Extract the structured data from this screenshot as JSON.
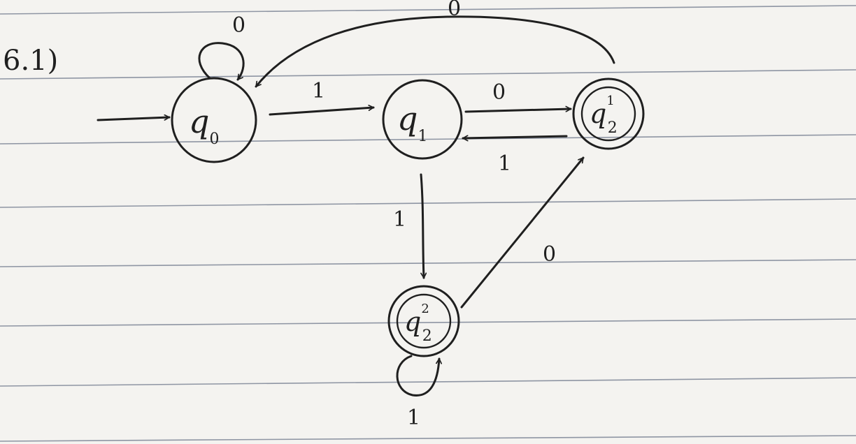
{
  "problem_label": "6.1)",
  "states": [
    {
      "id": "q0",
      "letter": "q",
      "subscript": "0",
      "superscript": "",
      "start": true,
      "accepting": false
    },
    {
      "id": "q1",
      "letter": "q",
      "subscript": "1",
      "superscript": "",
      "start": false,
      "accepting": false
    },
    {
      "id": "q2_1",
      "letter": "q",
      "subscript": "2",
      "superscript": "1",
      "start": false,
      "accepting": true
    },
    {
      "id": "q2_2",
      "letter": "q",
      "subscript": "2",
      "superscript": "2",
      "start": false,
      "accepting": true
    }
  ],
  "transitions": [
    {
      "from": "q0",
      "to": "q0",
      "symbol": "0"
    },
    {
      "from": "q0",
      "to": "q1",
      "symbol": "1"
    },
    {
      "from": "q1",
      "to": "q2_1",
      "symbol": "0"
    },
    {
      "from": "q2_1",
      "to": "q1",
      "symbol": "1"
    },
    {
      "from": "q1",
      "to": "q2_2",
      "symbol": "1"
    },
    {
      "from": "q2_2",
      "to": "q2_1",
      "symbol": "0"
    },
    {
      "from": "q2_1",
      "to": "q0",
      "symbol": "0"
    },
    {
      "from": "q2_2",
      "to": "q2_2",
      "symbol": "1"
    }
  ]
}
